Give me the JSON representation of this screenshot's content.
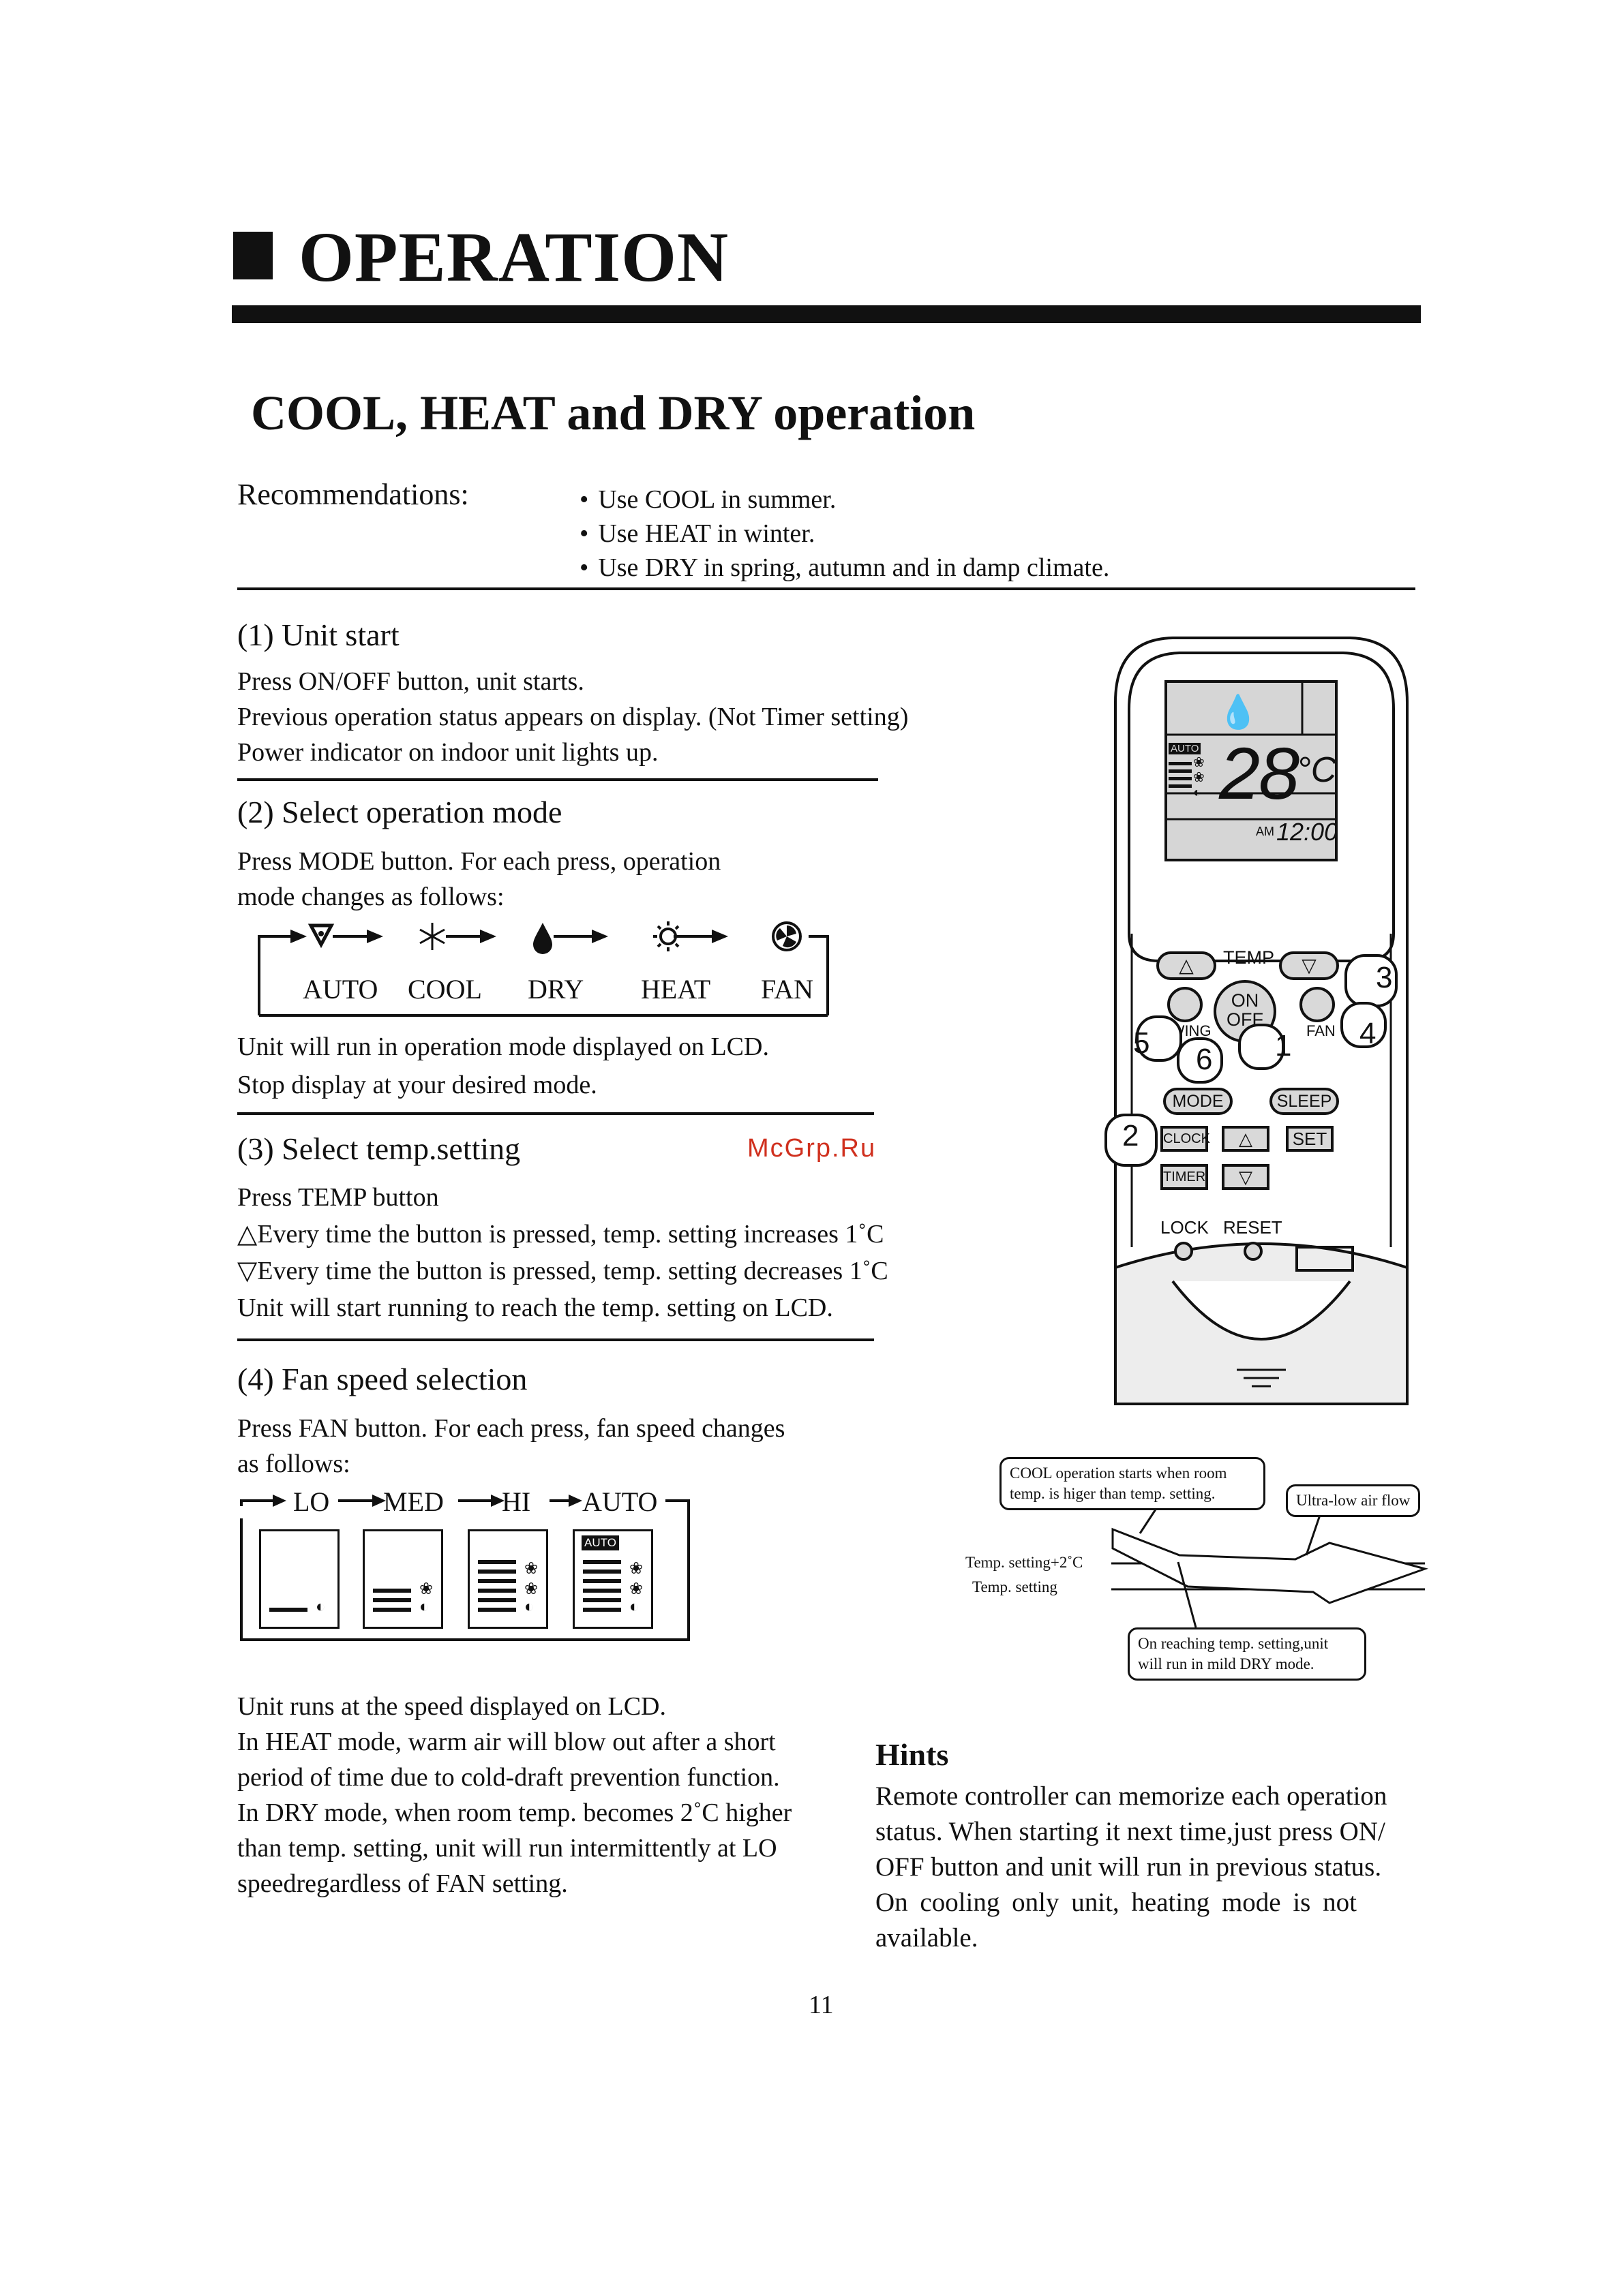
{
  "header": {
    "title": "OPERATION"
  },
  "section_title": "COOL, HEAT and DRY operation",
  "recommendations": {
    "label": "Recommendations:",
    "items": [
      "Use COOL in summer.",
      "Use HEAT in winter.",
      "Use DRY in spring, autumn and in damp climate."
    ]
  },
  "unit_start": {
    "heading": "(1) Unit start",
    "lines": [
      "Press ON/OFF button, unit starts.",
      "Previous operation status appears on display. (Not Timer setting)",
      "Power indicator on indoor unit lights up."
    ]
  },
  "select_mode": {
    "heading": "(2) Select operation mode",
    "lines": [
      "Press MODE button. For each press, operation",
      "mode changes as follows:"
    ],
    "modes": [
      "AUTO",
      "COOL",
      "DRY",
      "HEAT",
      "FAN"
    ],
    "after": [
      "Unit will run in operation mode displayed on LCD.",
      "Stop display at your desired mode."
    ]
  },
  "select_temp": {
    "heading": "(3) Select temp.setting",
    "lines": [
      "Press TEMP button",
      "Every time the button is pressed, temp. setting increases 1˚C",
      "Every time the button is pressed, temp. setting decreases 1˚C",
      "Unit will start running to reach the temp. setting on LCD."
    ]
  },
  "watermark": "McGrp.Ru",
  "fan_speed": {
    "heading": "(4) Fan speed selection",
    "lines": [
      "Press FAN button. For each press, fan speed changes",
      "as follows:"
    ],
    "speeds": [
      "LO",
      "MED",
      "HI",
      "AUTO"
    ],
    "auto_badge": "AUTO",
    "after": [
      "Unit runs at the speed displayed on LCD.",
      "In HEAT mode, warm air will blow out after a short",
      "period of time due to cold-draft prevention function.",
      "In DRY mode, when room temp. becomes 2˚C higher",
      "than temp. setting, unit will run intermittently at LO",
      "speedregardless of FAN setting."
    ]
  },
  "remote": {
    "lcd_auto": "AUTO",
    "lcd_temp": "28",
    "lcd_unit": "°C",
    "lcd_am": "AM",
    "lcd_time": "12:00",
    "temp_label": "TEMP",
    "on_label": "ON",
    "off_label": "OFF",
    "swing_label": "SWING",
    "fan_label": "FAN",
    "mode_label": "MODE",
    "sleep_label": "SLEEP",
    "clock_label": "CLOCK",
    "timer_label": "TIMER",
    "set_label": "SET",
    "lock_label": "LOCK",
    "reset_label": "RESET",
    "callout_numbers": [
      "1",
      "2",
      "3",
      "4",
      "5",
      "6"
    ]
  },
  "dry_diagram": {
    "callout_top": [
      "COOL operation starts when room",
      "temp. is higer than temp. setting."
    ],
    "callout_right": "Ultra-low air flow",
    "label_upper": "Temp. setting+2˚C",
    "label_lower": "Temp. setting",
    "callout_bottom": [
      "On reaching temp. setting,unit",
      "will run in mild DRY mode."
    ]
  },
  "hints": {
    "title": "Hints",
    "lines": [
      "Remote controller can memorize each operation",
      "status. When starting it next time,just press ON/",
      "OFF button and unit will run in previous status.",
      "On cooling only unit, heating mode is not",
      "available."
    ]
  },
  "page_number": "11"
}
